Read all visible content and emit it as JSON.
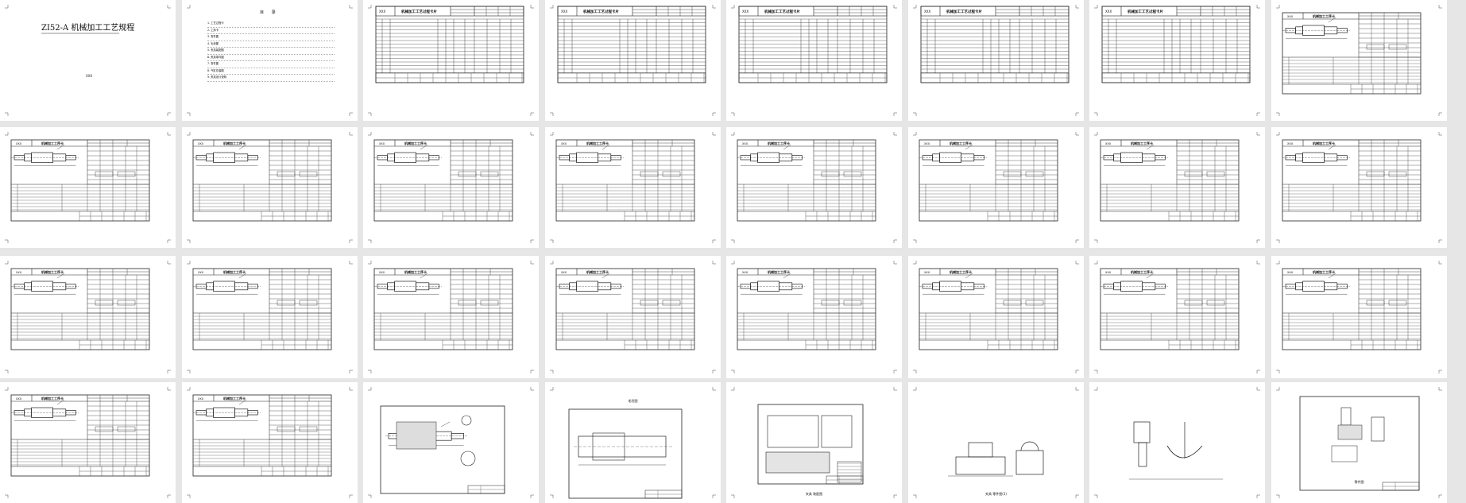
{
  "document": {
    "cover_title": "ZI52-A  机械加工工艺规程",
    "cover_footer": "XXX",
    "toc_title": "目 录",
    "toc_items": [
      "1. 工艺过程卡",
      "2. 工序卡",
      "3. 零件图",
      "4. 毛坯图",
      "5. 夹具装配图",
      "6. 夹具零件图",
      "7. 零件图",
      "8. 气缸总装图",
      "9. 夹具设计说明"
    ],
    "card_company": "XXX",
    "card_title": "机械加工工序卡",
    "process_card_title": "机械加工工艺过程卡片",
    "drawing_captions": [
      "",
      "毛坯图",
      "夹具 装配图",
      "夹具 零件图(1)",
      "",
      "零件图"
    ],
    "pages": [
      {
        "type": "cover"
      },
      {
        "type": "toc"
      },
      {
        "type": "process-card"
      },
      {
        "type": "process-card"
      },
      {
        "type": "process-card"
      },
      {
        "type": "process-card"
      },
      {
        "type": "process-card"
      },
      {
        "type": "op-card"
      },
      {
        "type": "op-card"
      },
      {
        "type": "op-card"
      },
      {
        "type": "op-card"
      },
      {
        "type": "op-card"
      },
      {
        "type": "op-card"
      },
      {
        "type": "op-card"
      },
      {
        "type": "op-card"
      },
      {
        "type": "op-card"
      },
      {
        "type": "op-card"
      },
      {
        "type": "op-card"
      },
      {
        "type": "op-card"
      },
      {
        "type": "op-card"
      },
      {
        "type": "op-card"
      },
      {
        "type": "op-card"
      },
      {
        "type": "op-card"
      },
      {
        "type": "op-card"
      },
      {
        "type": "op-card"
      },
      {
        "type": "op-card"
      },
      {
        "type": "drawing",
        "caption": 0
      },
      {
        "type": "drawing",
        "caption": 1
      },
      {
        "type": "drawing",
        "caption": 2
      },
      {
        "type": "drawing",
        "caption": 3
      },
      {
        "type": "drawing",
        "caption": 4
      },
      {
        "type": "drawing",
        "caption": 5
      }
    ]
  }
}
